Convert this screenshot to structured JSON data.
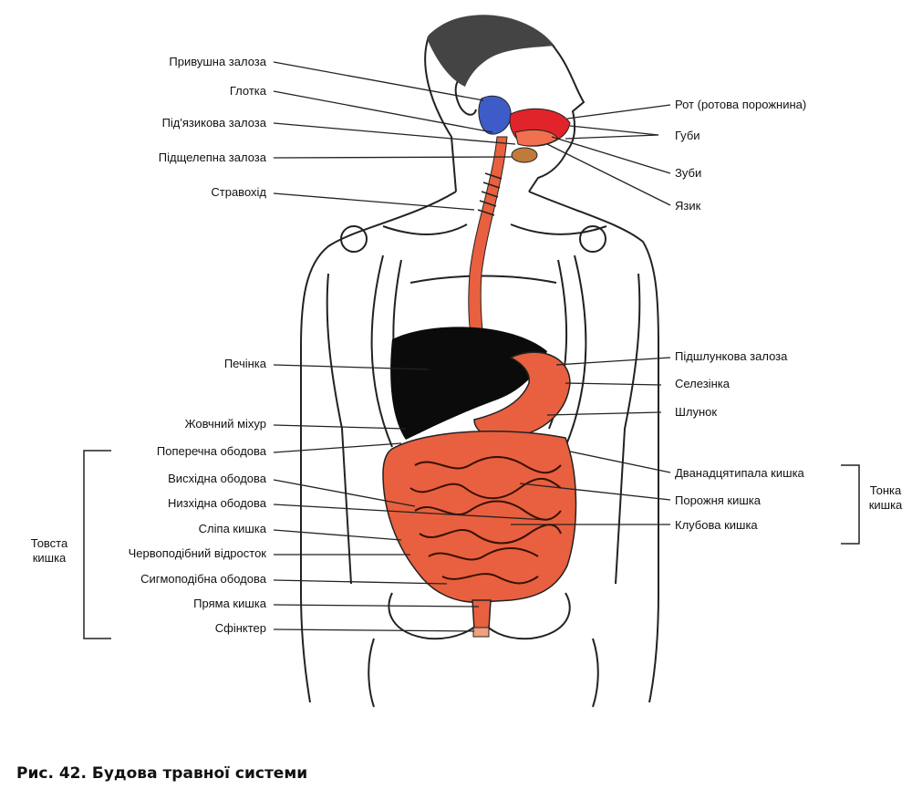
{
  "figure": {
    "caption": "Рис. 42. Будова травної системи",
    "labels_left": {
      "parotid": "Привушна залоза",
      "pharynx": "Глотка",
      "sublingual": "Під'язикова залоза",
      "submandibular": "Підщелепна залоза",
      "esophagus": "Стравохід",
      "liver": "Печінка",
      "gallbladder": "Жовчний міхур",
      "transverse_colon": "Поперечна ободова",
      "ascending_colon": "Висхідна ободова",
      "descending_colon": "Низхідна ободова",
      "cecum": "Сліпа кишка",
      "appendix": "Червоподібний відросток",
      "sigmoid_colon": "Сигмоподібна ободова",
      "rectum": "Пряма кишка",
      "sphincter": "Сфінктер"
    },
    "labels_right": {
      "mouth": "Рот (ротова порожнина)",
      "lips": "Губи",
      "teeth": "Зуби",
      "tongue": "Язик",
      "pancreas": "Підшлункова залоза",
      "spleen": "Селезінка",
      "stomach": "Шлунок",
      "duodenum": "Дванадцятипала кишка",
      "jejunum": "Порожня кишка",
      "ileum": "Клубова кишка"
    },
    "groups": {
      "large_intestine_1": "Товста",
      "large_intestine_2": "кишка",
      "small_intestine_1": "Тонка",
      "small_intestine_2": "кишка"
    },
    "colors": {
      "organ_red": "#e8603f",
      "liver": "#0b0b0b",
      "gland_blue": "#3d5cc8",
      "mouth_red": "#e0242a",
      "outline": "#222222"
    }
  }
}
